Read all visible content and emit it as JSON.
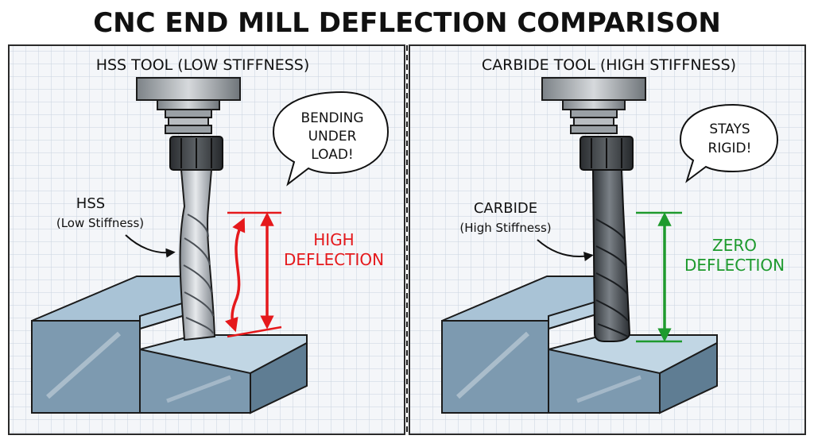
{
  "title": "CNC END MILL DEFLECTION COMPARISON",
  "colors": {
    "grid_bg": "#f4f6f9",
    "grid_line": "#c9d3de",
    "block_top": "#a9c3d6",
    "block_front": "#7d9ab0",
    "block_side": "#5f7d93",
    "hss_tool": "#b4b9bf",
    "carbide_tool": "#555b61",
    "high_deflection": "#e5191c",
    "zero_deflection": "#1e9a2e"
  },
  "left_panel": {
    "heading": "HSS TOOL (LOW STIFFNESS)",
    "bubble_lines": [
      "BENDING",
      "UNDER",
      "LOAD!"
    ],
    "tool_label": "HSS",
    "tool_sublabel": "(Low Stiffness)",
    "deflection_lines": [
      "HIGH",
      "DEFLECTION"
    ]
  },
  "right_panel": {
    "heading": "CARBIDE TOOL (HIGH STIFFNESS)",
    "bubble_lines": [
      "STAYS",
      "RIGID!"
    ],
    "tool_label": "CARBIDE",
    "tool_sublabel": "(High Stiffness)",
    "deflection_lines": [
      "ZERO",
      "DEFLECTION"
    ]
  }
}
